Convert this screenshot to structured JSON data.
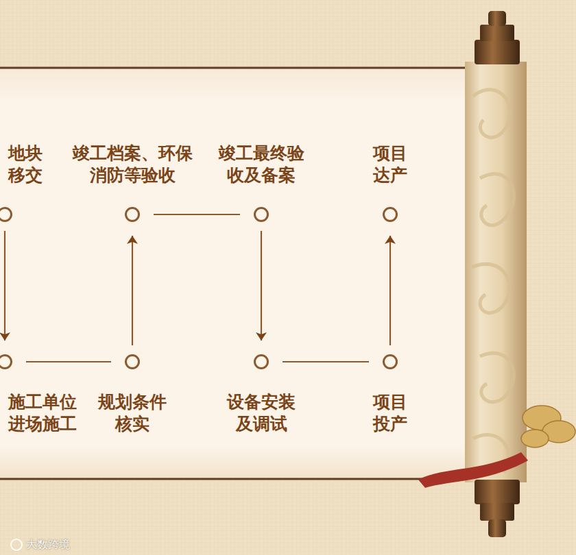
{
  "diagram": {
    "nodes": [
      {
        "text": [
          "地块 移交"
        ]
      },
      {
        "text": [
          "施工单位 进场施工"
        ]
      },
      {
        "text": [
          "规划条件 核实"
        ]
      },
      {
        "text": [
          "竣工档案、环保 消防等验收"
        ]
      },
      {
        "text": [
          "竣工最终验 收及备案"
        ]
      },
      {
        "text": [
          "设备安装 及调试"
        ]
      },
      {
        "text": [
          "项目 投产"
        ]
      },
      {
        "text": [
          "项目 达产"
        ]
      }
    ],
    "edges": [
      {
        "from": 0,
        "to": 1,
        "arrow": "to"
      },
      {
        "from": 1,
        "to": 2,
        "arrow": "none"
      },
      {
        "from": 2,
        "to": 3,
        "arrow": "to"
      },
      {
        "from": 3,
        "to": 4,
        "arrow": "none"
      },
      {
        "from": 4,
        "to": 5,
        "arrow": "to"
      },
      {
        "from": 5,
        "to": 6,
        "arrow": "none"
      },
      {
        "from": 6,
        "to": 7,
        "arrow": "to"
      }
    ],
    "labels": [
      "大数跨境"
    ]
  }
}
